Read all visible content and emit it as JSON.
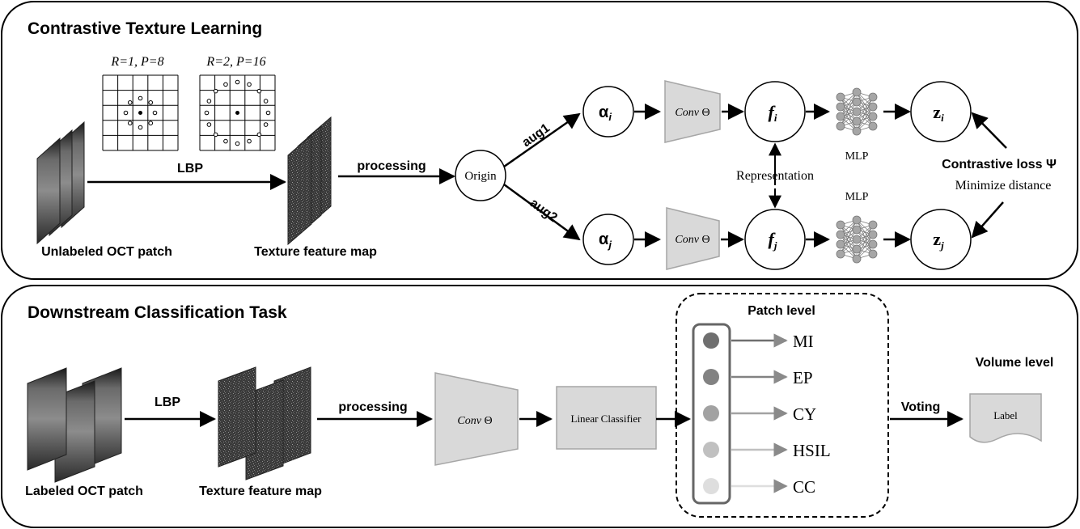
{
  "panel_top": {
    "title": "Contrastive Texture Learning",
    "lbp_param1": "R=1, P=8",
    "lbp_param2": "R=2, P=16",
    "lbp_label": "LBP",
    "processing_label": "processing",
    "input_label": "Unlabeled OCT patch",
    "texture_label": "Texture feature map",
    "origin_label": "Origin",
    "aug1_label": "aug1",
    "aug2_label": "aug2",
    "alpha_i": "α",
    "alpha_i_sub": "i",
    "alpha_j": "α",
    "alpha_j_sub": "j",
    "conv_label": "Conv",
    "theta": "Θ",
    "f_i": "f",
    "f_i_sub": "i",
    "f_j": "f",
    "f_j_sub": "j",
    "mlp_label": "MLP",
    "z_i": "z",
    "z_i_sub": "i",
    "z_j": "z",
    "z_j_sub": "j",
    "representation_label": "Representation",
    "contrastive_loss_label": "Contrastive loss Ψ",
    "minimize_label": "Minimize distance"
  },
  "panel_bottom": {
    "title": "Downstream Classification Task",
    "lbp_label": "LBP",
    "processing_label": "processing",
    "input_label": "Labeled OCT patch",
    "texture_label": "Texture feature map",
    "conv_label": "Conv",
    "theta": "Θ",
    "linear_classifier_label": "Linear Classifier",
    "patch_level_label": "Patch level",
    "classes": [
      {
        "label": "MI",
        "color": "#6f6f6f"
      },
      {
        "label": "EP",
        "color": "#828282"
      },
      {
        "label": "CY",
        "color": "#a2a2a2"
      },
      {
        "label": "HSIL",
        "color": "#c0c0c0"
      },
      {
        "label": "CC",
        "color": "#dedede"
      }
    ],
    "voting_label": "Voting",
    "volume_level_label": "Volume level",
    "output_label": "Label"
  },
  "colors": {
    "box_fill": "#d9d9d9",
    "box_stroke": "#a6a6a6",
    "mlp_node": "#a6a6a6",
    "outline": "#000000"
  }
}
